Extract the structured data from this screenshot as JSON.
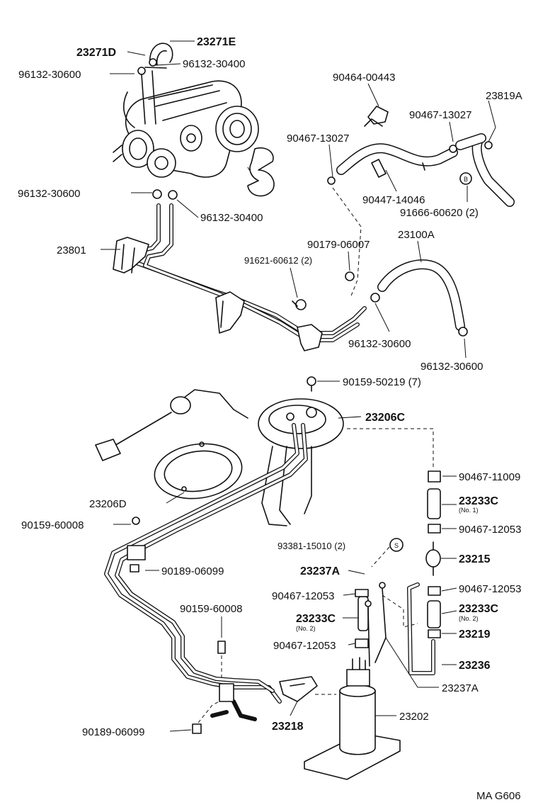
{
  "diagram_code": "MA G606",
  "labels": {
    "p23271D": "23271D",
    "p23271E": "23271E",
    "p96132_30400_a": "96132-30400",
    "p96132_30600_a": "96132-30600",
    "p90464_00443": "90464-00443",
    "p23819A": "23819A",
    "p90467_13027_a": "90467-13027",
    "p90467_13027_b": "90467-13027",
    "p90447_14046": "90447-14046",
    "p91666_60620": "91666-60620 (2)",
    "p96132_30600_b": "96132-30600",
    "p96132_30400_b": "96132-30400",
    "p23801": "23801",
    "p90179_06007": "90179-06007",
    "p23100A": "23100A",
    "p91621_60612": "91621-60612 (2)",
    "p96132_30600_c": "96132-30600",
    "p96132_30600_d": "96132-30600",
    "p90159_50219": "90159-50219 (7)",
    "p23206C": "23206C",
    "p90467_11009": "90467-11009",
    "p23233C_1": "23233C",
    "p23233C_1_note": "(No. 1)",
    "p90467_12053_a": "90467-12053",
    "p23206D": "23206D",
    "p90159_60008_a": "90159-60008",
    "p93381_15010": "93381-15010 (2)",
    "p23215": "23215",
    "p90189_06099_a": "90189-06099",
    "p23237A_a": "23237A",
    "p90467_12053_b": "90467-12053",
    "p90467_12053_c": "90467-12053",
    "p90159_60008_b": "90159-60008",
    "p23233C_2a": "23233C",
    "p23233C_2a_note": "(No. 2)",
    "p23233C_2b": "23233C",
    "p23233C_2b_note": "(No. 2)",
    "p23219": "23219",
    "p90467_12053_d": "90467-12053",
    "p23236": "23236",
    "p23237A_b": "23237A",
    "p23218": "23218",
    "p23202": "23202",
    "p90189_06099_b": "90189-06099",
    "circle_B": "B",
    "circle_S": "S"
  }
}
